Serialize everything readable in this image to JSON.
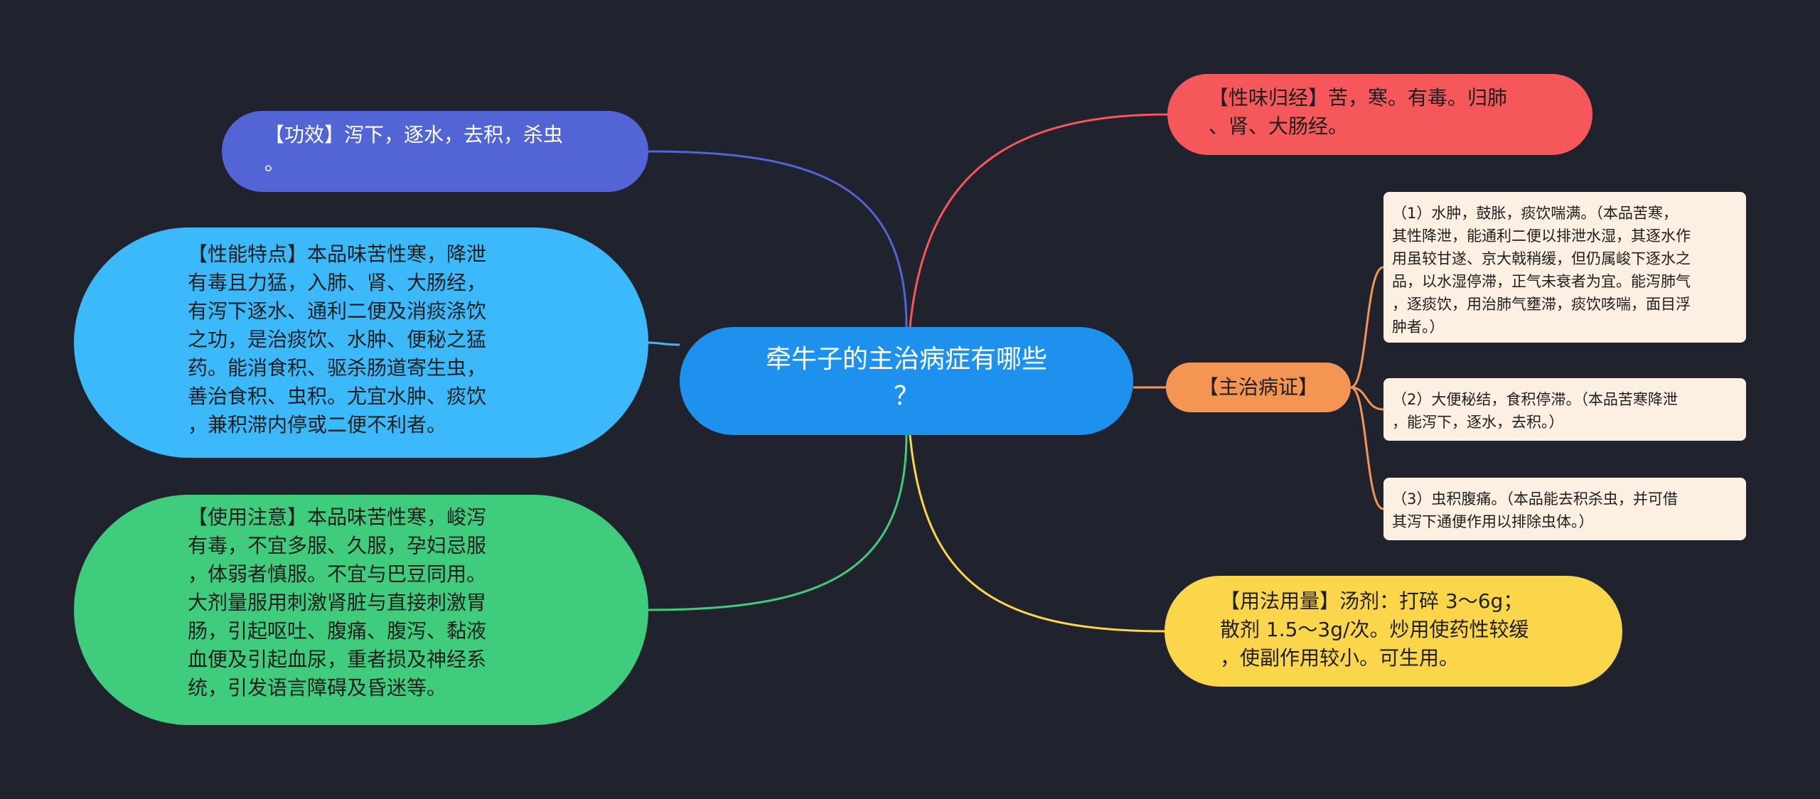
{
  "colors": {
    "background": "#20232e",
    "center": "#1e91ee",
    "effect": "#5264d6",
    "features": "#3bb9fb",
    "caution": "#3fcd7d",
    "nature": "#f5575b",
    "indication": "#f49553",
    "usage": "#fcd64a",
    "leaf": "#fdefe2"
  },
  "center": {
    "title": "牵牛子的主治病症有哪些\n？"
  },
  "left": {
    "effect": "【功效】泻下，逐水，去积，杀虫\n。",
    "features": "【性能特点】本品味苦性寒，降泄\n有毒且力猛，入肺、肾、大肠经，\n有泻下逐水、通利二便及消痰涤饮\n之功，是治痰饮、水肿、便秘之猛\n药。能消食积、驱杀肠道寄生虫，\n善治食积、虫积。尤宜水肿、痰饮\n，兼积滞内停或二便不利者。",
    "caution": "【使用注意】本品味苦性寒，峻泻\n有毒，不宜多服、久服，孕妇忌服\n，体弱者慎服。不宜与巴豆同用。\n大剂量服用刺激肾脏与直接刺激胃\n肠，引起呕吐、腹痛、腹泻、黏液\n血便及引起血尿，重者损及神经系\n统，引发语言障碍及昏迷等。"
  },
  "right": {
    "nature": "【性味归经】苦，寒。有毒。归肺\n、肾、大肠经。",
    "indication": "【主治病证】",
    "indication_items": [
      "（1）水肿，鼓胀，痰饮喘满。（本品苦寒，\n其性降泄，能通利二便以排泄水湿，其逐水作\n用虽较甘遂、京大戟稍缓，但仍属峻下逐水之\n品，以水湿停滞，正气未衰者为宜。能泻肺气\n，逐痰饮，用治肺气壅滞，痰饮咳喘，面目浮\n肿者。）",
      "（2）大便秘结，食积停滞。（本品苦寒降泄\n，能泻下，逐水，去积。）",
      "（3）虫积腹痛。（本品能去积杀虫，并可借\n其泻下通便作用以排除虫体。）"
    ],
    "usage": "【用法用量】汤剂：打碎 3～6g；\n散剂 1.5～3g/次。炒用使药性较缓\n，使副作用较小。可生用。"
  }
}
